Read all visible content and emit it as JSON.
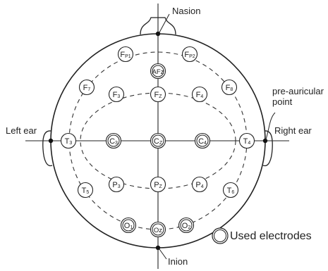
{
  "labels": {
    "nasion": "Nasion",
    "inion": "Inion",
    "left_ear": "Left ear",
    "right_ear": "Right ear",
    "preauricular_line1": "pre-auricular",
    "preauricular_line2": "point"
  },
  "legend": {
    "label": "Used electrodes"
  },
  "electrodes": [
    {
      "id": "fp1",
      "main": "F",
      "sub": "P1",
      "used": false
    },
    {
      "id": "fp2",
      "main": "F",
      "sub": "P2",
      "used": false
    },
    {
      "id": "afz",
      "main": "AFz",
      "sub": "",
      "used": true
    },
    {
      "id": "f7",
      "main": "F",
      "sub": "7",
      "used": false
    },
    {
      "id": "f3",
      "main": "F",
      "sub": "3",
      "used": false
    },
    {
      "id": "fz",
      "main": "F",
      "sub": "Z",
      "used": false
    },
    {
      "id": "f4",
      "main": "F",
      "sub": "4",
      "used": false
    },
    {
      "id": "f8",
      "main": "F",
      "sub": "8",
      "used": false
    },
    {
      "id": "t3",
      "main": "T",
      "sub": "3",
      "used": false
    },
    {
      "id": "c3",
      "main": "C",
      "sub": "3",
      "used": true
    },
    {
      "id": "cz",
      "main": "C",
      "sub": "Z",
      "used": true
    },
    {
      "id": "c4",
      "main": "C",
      "sub": "4",
      "used": true
    },
    {
      "id": "t4",
      "main": "T",
      "sub": "4",
      "used": false
    },
    {
      "id": "t5",
      "main": "T",
      "sub": "5",
      "used": false
    },
    {
      "id": "p3",
      "main": "P",
      "sub": "3",
      "used": false
    },
    {
      "id": "pz",
      "main": "P",
      "sub": "Z",
      "used": false
    },
    {
      "id": "p4",
      "main": "P",
      "sub": "4",
      "used": false
    },
    {
      "id": "t6",
      "main": "T",
      "sub": "6",
      "used": false
    },
    {
      "id": "o1",
      "main": "O",
      "sub": "1",
      "used": true
    },
    {
      "id": "oz",
      "main": "Oz",
      "sub": "",
      "used": true
    },
    {
      "id": "o2",
      "main": "O",
      "sub": "2",
      "used": true
    }
  ]
}
